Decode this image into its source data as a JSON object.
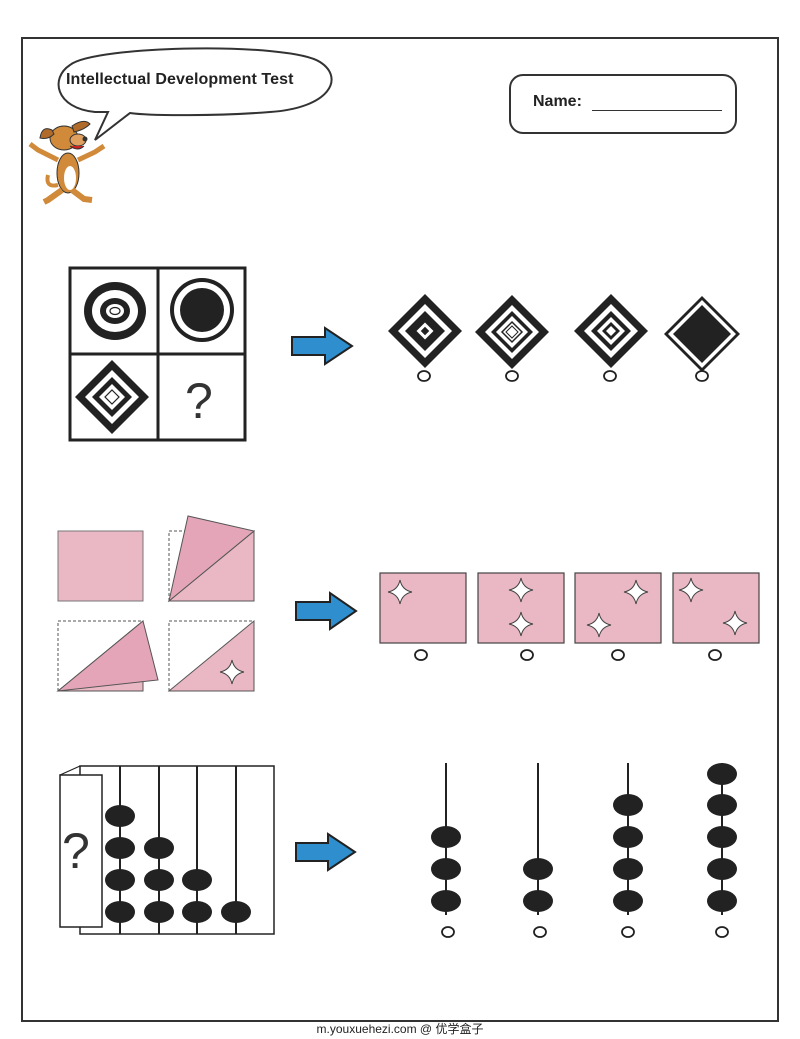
{
  "header": {
    "title": "Intellectual Development Test",
    "name_label": "Name:"
  },
  "puzzle_1": {
    "question_mark": "?"
  },
  "puzzle_3": {
    "question_mark": "?"
  },
  "footer": {
    "text": "m.youxuehezi.com @ 优学盒子"
  },
  "colors": {
    "pink": "#eab8c4",
    "pink_dark": "#d98ba2",
    "arrow_blue": "#2f8fce",
    "ink": "#222222"
  },
  "icons": [
    "dog-mascot-icon",
    "arrow-right-icon",
    "star-sparkle-icon",
    "answer-circle-icon"
  ]
}
